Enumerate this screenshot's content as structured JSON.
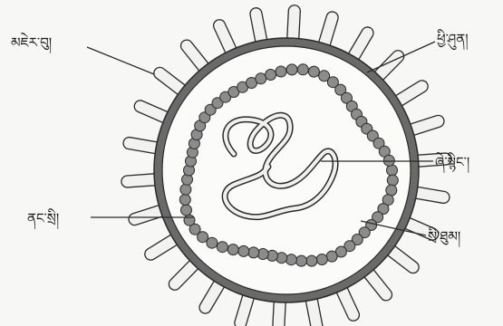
{
  "diagram": {
    "labels": {
      "spike": "མཇེར་བུ།",
      "envelope": "ཕྱི་ཤུན།",
      "genome": "ཞེ་སྙིང་།",
      "membrane": "ནང་སྲི།",
      "granules": "སྲི་ཐུམ།"
    },
    "colors": {
      "line": "#2a2a2a",
      "capsid_fill": "#8c8c8c",
      "envelope_fill": "#6a6a6a",
      "spike_fill": "#f2f2f0",
      "background": "#f7f7f5"
    },
    "spike_count": 26,
    "bead_count": 62
  }
}
